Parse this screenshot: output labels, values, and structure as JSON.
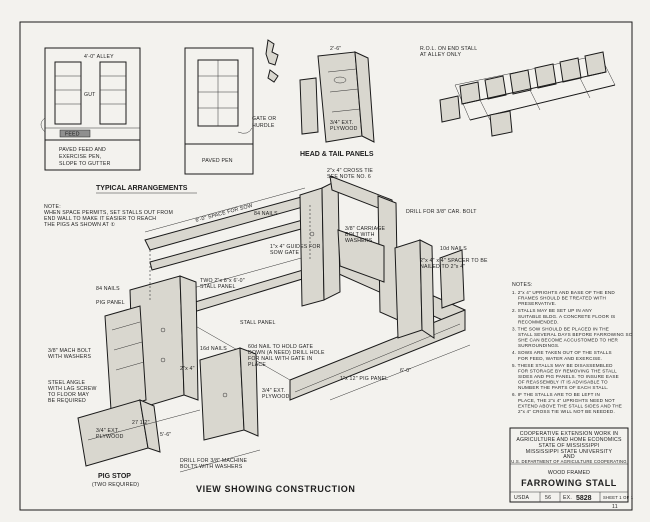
{
  "typical": {
    "title": "TYPICAL ARRANGEMENTS",
    "left_plan": {
      "alley": "4'-0\" ALLEY",
      "gutter": "GUT",
      "feed": "FEED",
      "caption": [
        "PAVED FEED AND",
        "EXERCISE PEN,",
        "SLOPE TO GUTTER"
      ]
    },
    "right_plan": {
      "gate": [
        "GATE OR",
        "HURDLE"
      ],
      "caption": "PAVED PEN"
    }
  },
  "head_tail": {
    "title": "HEAD & TAIL PANELS",
    "dim": "2'-6\"",
    "plywood": [
      "3/4\" EXT.",
      "PLYWOOD"
    ]
  },
  "inset": {
    "note": [
      "R.O.L. ON END STALL",
      "AT ALLEY ONLY"
    ]
  },
  "note_left": [
    "NOTE:",
    "WHEN SPACE PERMITS, SET STALLS OUT FROM",
    "END WALL TO MAKE IT EASIER TO REACH",
    "THE PIGS AS SHOWN AT ①"
  ],
  "labels": {
    "space": "6'-0\" SPACE FOR SOW",
    "nails84": "84 NAILS",
    "nails84b": "84 NAILS",
    "nails10": "10d NAILS",
    "nails16": "16d NAILS",
    "cross": [
      "2\"x 4\" CROSS TIE",
      "SEE NOTE NO. 6"
    ],
    "drill": "DRILL FOR 3/8\" CAR. BOLT",
    "carriage": [
      "3/8\" CARRIAGE",
      "BOLT WITH",
      "WASHERS"
    ],
    "guides": [
      "1\"x 4\" GUIDES FOR",
      "SOW GATE"
    ],
    "two_by": [
      "TWO 2\"x 8\"x 6'-0\"",
      "STALL PANEL"
    ],
    "spacer": [
      "2\"x 4\" x 4\" SPACER TO BE",
      "NAILED TO 2\"x 4\""
    ],
    "pig_panel": "PIG PANEL",
    "stall_panel": "STALL PANEL",
    "anchor": [
      "60d NAIL TO HOLD GATE",
      "DOWN (A NEED) DRILL HOLE",
      "FOR NAIL WITH GATE IN",
      "PLACE"
    ],
    "mach_bolt": [
      "3/8\" MACH BOLT",
      "WITH WASHERS"
    ],
    "steel_angle": [
      "STEEL ANGLE",
      "WITH LAG SCREW",
      "TO FLOOR MAY",
      "BE REQUIRED"
    ],
    "plywood_ext": [
      "3/4\" EXT.",
      "PLYWOOD"
    ],
    "plywood_stop": [
      "3/4\" EXT.",
      "PLYWOOD"
    ],
    "rail_panel": "1\"x 12\" PIG PANEL",
    "dim_a": "27 1/2\"",
    "dim_b": "5'-6\"",
    "dim_c": "6'-0\"",
    "dim_d": "2\"x 4\"",
    "drill_bottom": [
      "DRILL FOR 3/8\" MACHINE",
      "BOLTS WITH WASHERS"
    ],
    "pig_stop": "PIG STOP",
    "pig_stop_sub": "(TWO REQUIRED)",
    "view": "VIEW SHOWING CONSTRUCTION"
  },
  "notes_right": {
    "heading": "NOTES:",
    "items": [
      "1. 2\"x 4\" UPRIGHTS AND BASE OF THE END FRAMES SHOULD BE TREATED WITH PRESERVATIVE.",
      "2. STALLS MAY BE SET UP IN ANY SUITABLE BLDG. A CONCRETE FLOOR IS RECOMMENDED.",
      "3. THE SOW SHOULD BE PLACED IN THE STALL SEVERAL DAYS BEFORE FARROWING SO SHE CAN BECOME ACCUSTOMED TO HER SURROUNDINGS.",
      "4. SOWS ARE TAKEN OUT OF THE STALLS FOR FEED, WATER AND EXERCISE.",
      "5. THESE STALLS MAY BE DISASSEMBLED FOR STORAGE BY REMOVING THE STALL SIDES AND PIG PANELS. TO INSURE EASE OF REASSEMBLY IT IS ADVISABLE TO NUMBER THE PARTS OF EACH STALL.",
      "6. IF THE STALLS ARE TO BE LEFT IN PLACE, THE 2\"x 4\" UPRIGHTS NEED NOT EXTEND ABOVE THE STALL SIDES AND THE 2\"x 4\" CROSS TIE WILL NOT BE NEEDED."
    ]
  },
  "title_block": {
    "l1": "COOPERATIVE EXTENSION WORK IN",
    "l2": "AGRICULTURE AND HOME ECONOMICS",
    "l3": "STATE OF MISSISSIPPI",
    "l4": "MISSISSIPPI STATE UNIVERSITY",
    "l5": "AND",
    "l6": "U.S. DEPARTMENT OF AGRICULTURE COOPERATING",
    "l7": "WOOD FRAMED",
    "l8": "FARROWING STALL",
    "usda": "USDA",
    "num": "56",
    "ex": "EX.",
    "plan": "5828",
    "sheet": "SHEET 1 OF 1"
  },
  "page_mark": "11"
}
